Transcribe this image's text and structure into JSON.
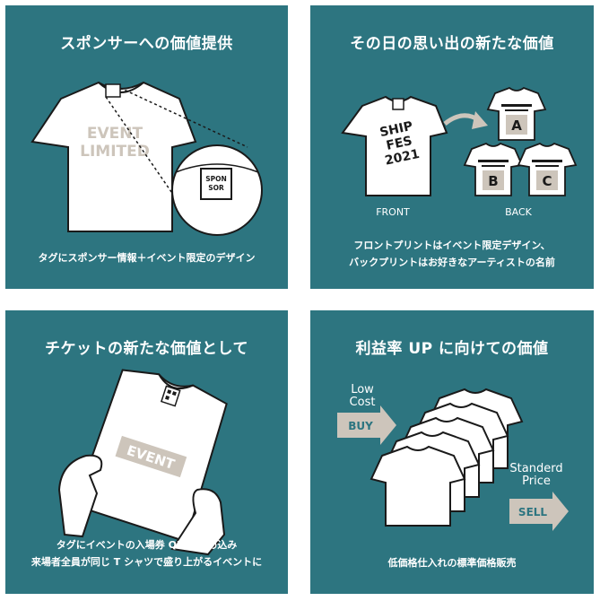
{
  "panels": [
    {
      "title": "スポンサーへの価値提供",
      "caption": "タグにスポンサー情報＋イベント限定のデザイン",
      "shirt_text": [
        "EVENT",
        "LIMITED"
      ],
      "tag_text": [
        "SPON",
        "SOR"
      ]
    },
    {
      "title": "その日の思い出の新たな価値",
      "shirt_text": [
        "SHIP",
        "FES",
        "2021"
      ],
      "front_label": "FRONT",
      "back_label": "BACK",
      "back_letters": [
        "A",
        "B",
        "C"
      ],
      "caption_lines": [
        "フロントプリントはイベント限定デザイン、",
        "バックプリントはお好きなアーティストの名前"
      ]
    },
    {
      "title": "チケットの新たな価値として",
      "shirt_text": "EVENT",
      "caption_lines": [
        "タグにイベントの入場券 QR を埋め込み",
        "来場者全員が同じ T シャツで盛り上がるイベントに"
      ]
    },
    {
      "title": "利益率 UP に向けての価値",
      "low_cost": [
        "Low",
        "Cost"
      ],
      "buy_label": "BUY",
      "standerd_price": [
        "Standerd",
        "Price"
      ],
      "sell_label": "SELL",
      "caption": "低価格仕入れの標準価格販売"
    }
  ],
  "colors": {
    "panel_bg": "#2d7580",
    "shirt": "#ffffff",
    "print": "#cdc5bb",
    "ink": "#1a1a1a"
  }
}
